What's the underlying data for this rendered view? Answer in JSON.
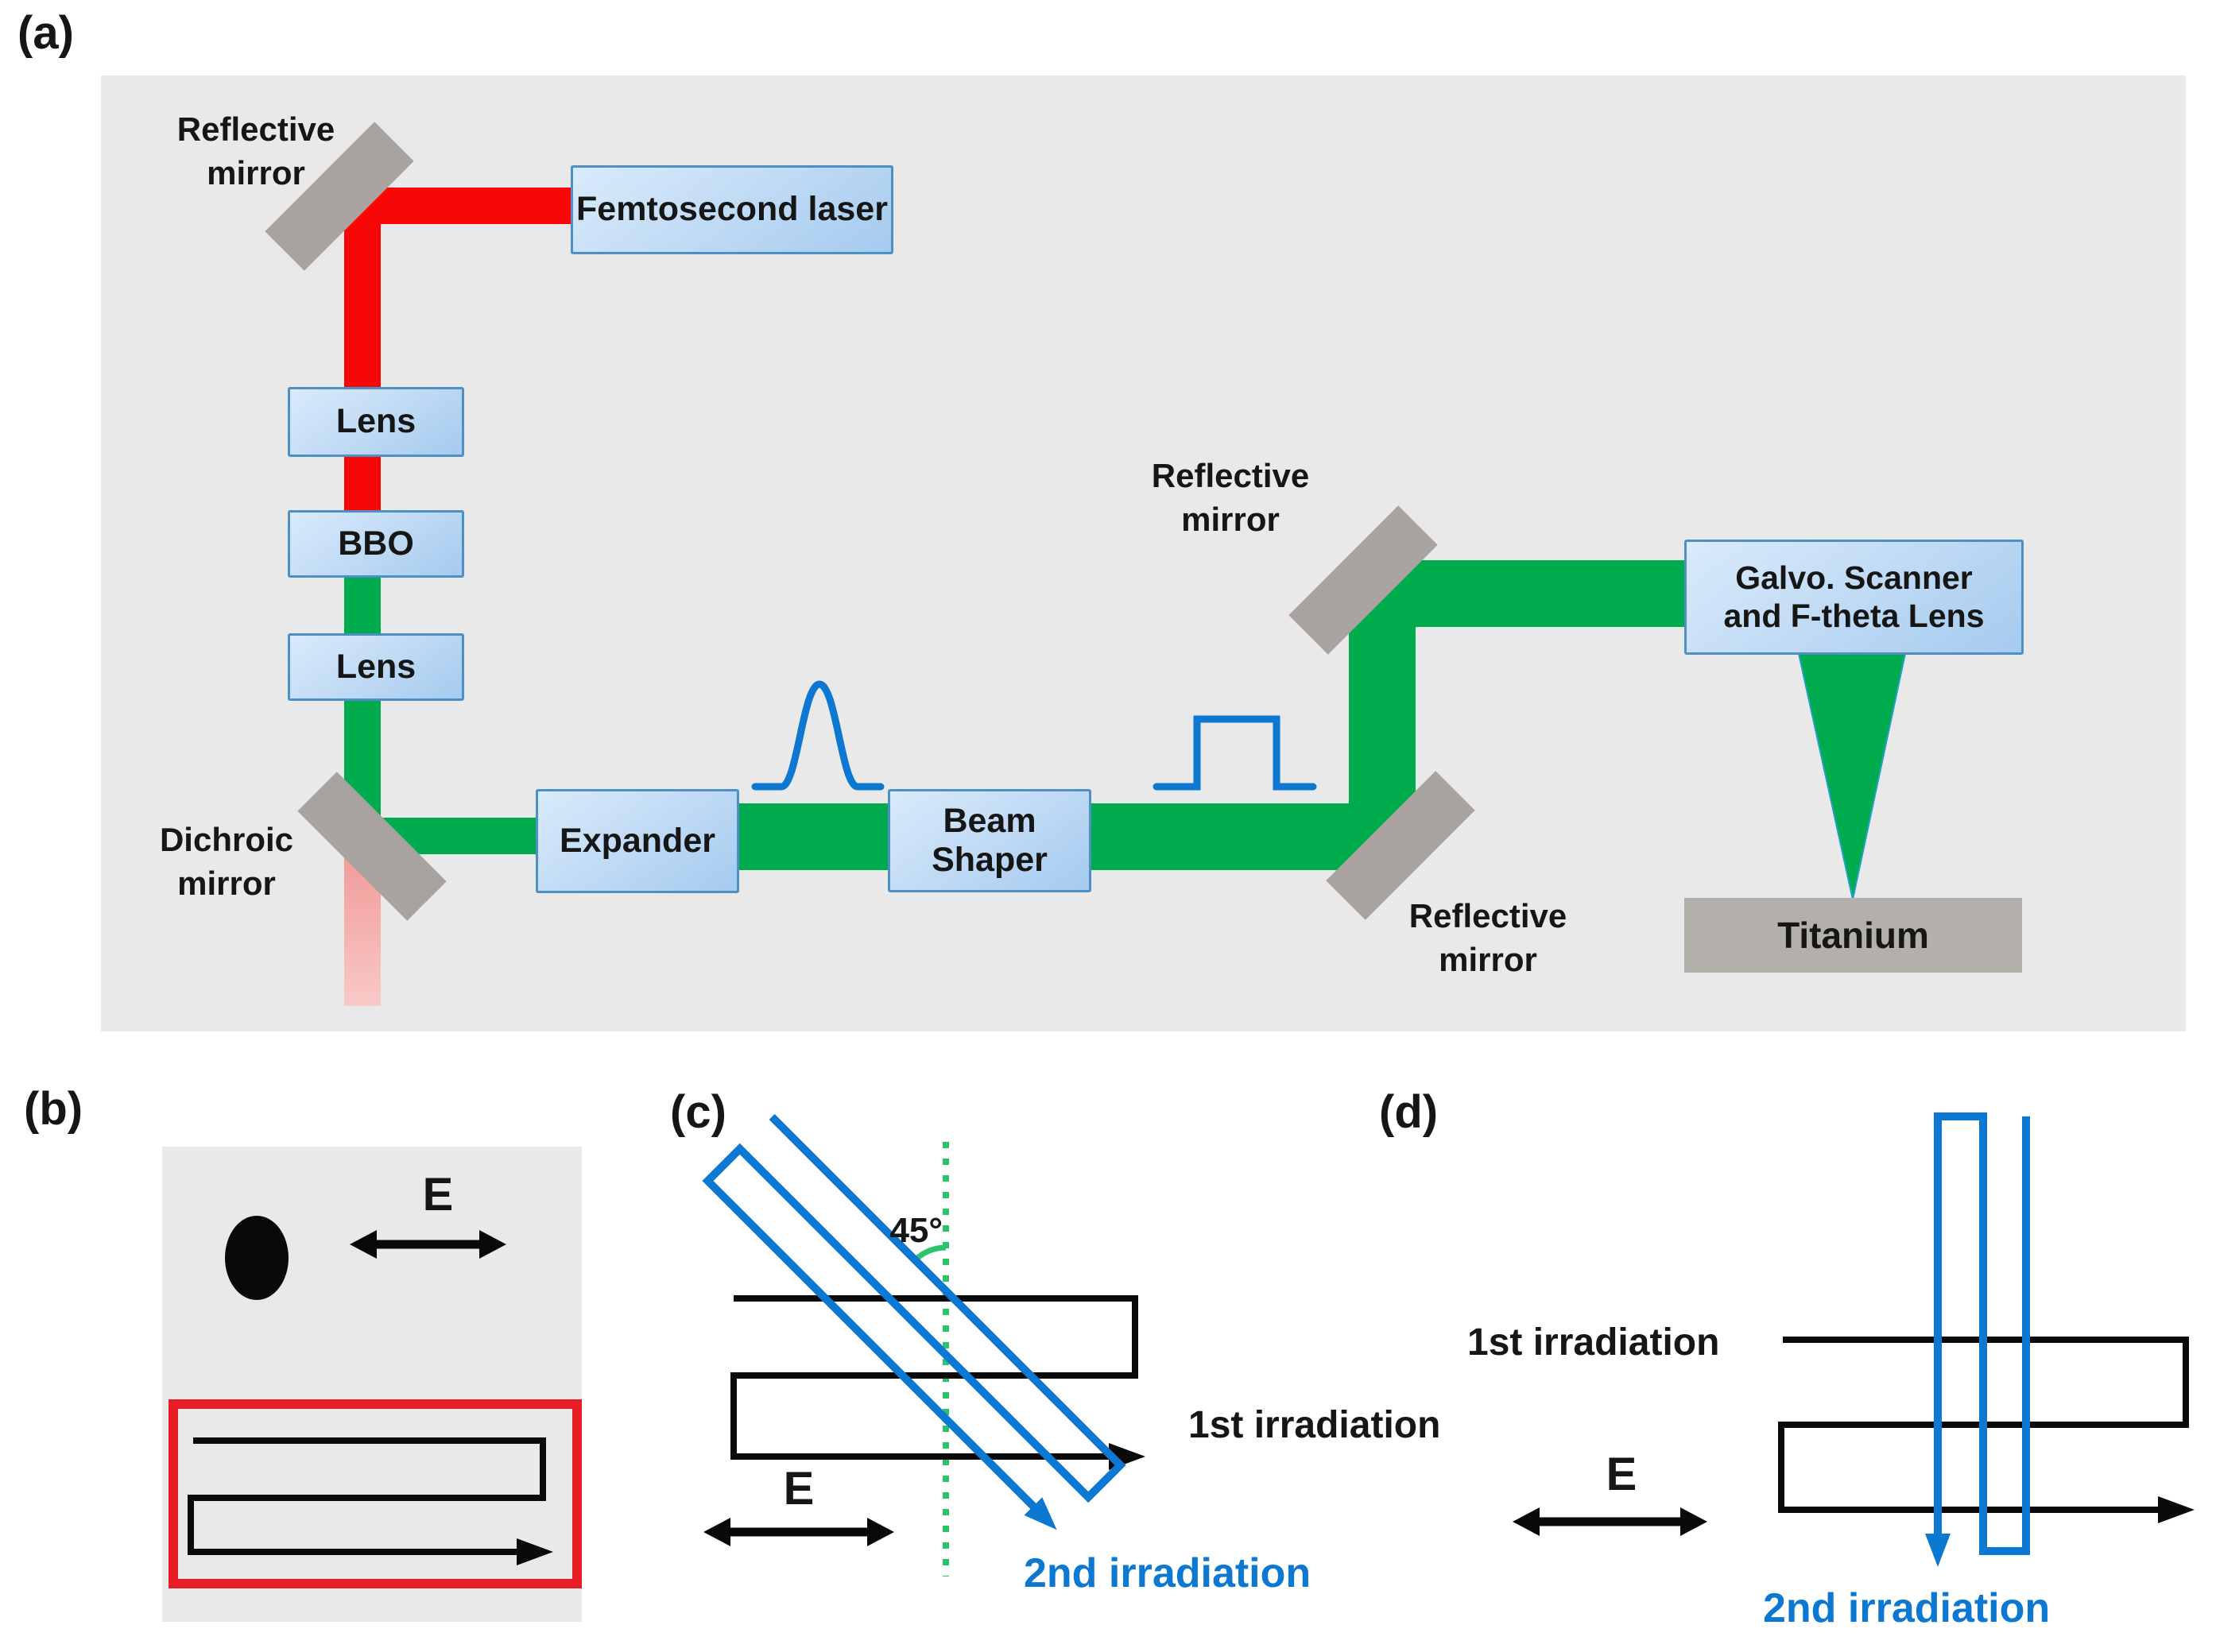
{
  "figure": {
    "panel_a": {
      "tag": "(a)",
      "boxes": {
        "laser": "Femtosecond laser",
        "lens1": "Lens",
        "bbo": "BBO",
        "lens2": "Lens",
        "expander": "Expander",
        "beam_shaper": "Beam Shaper",
        "galvo": "Galvo. Scanner and F-theta Lens",
        "titanium": "Titanium"
      },
      "labels": {
        "reflective_mirror_top_left": "Reflective mirror",
        "dichroic_mirror": "Dichroic mirror",
        "reflective_mirror_top_right": "Reflective mirror",
        "reflective_mirror_bottom_right": "Reflective mirror"
      }
    },
    "panel_b": {
      "tag": "(b)",
      "e_field": "E"
    },
    "panel_c": {
      "tag": "(c)",
      "angle": "45°",
      "e_field": "E",
      "first_irradiation": "1st irradiation",
      "second_irradiation": "2nd irradiation"
    },
    "panel_d": {
      "tag": "(d)",
      "e_field": "E",
      "first_irradiation": "1st irradiation",
      "second_irradiation": "2nd irradiation"
    },
    "colors": {
      "panel_background": "#e9e9e9",
      "ir_beam_red": "#f90606",
      "residual_beam_pink": "#f3a4a1",
      "shg_beam_green": "#00ab4e",
      "mirror_gray": "#a8a39f",
      "titanium_gray": "#b3afab",
      "optic_box_blue_border": "#4e8fc4",
      "pulse_and_scan_blue": "#0d78d2",
      "scan_box_red": "#e81c24",
      "dotted_normal_green": "#2bc36b",
      "text_black": "#161616"
    }
  }
}
